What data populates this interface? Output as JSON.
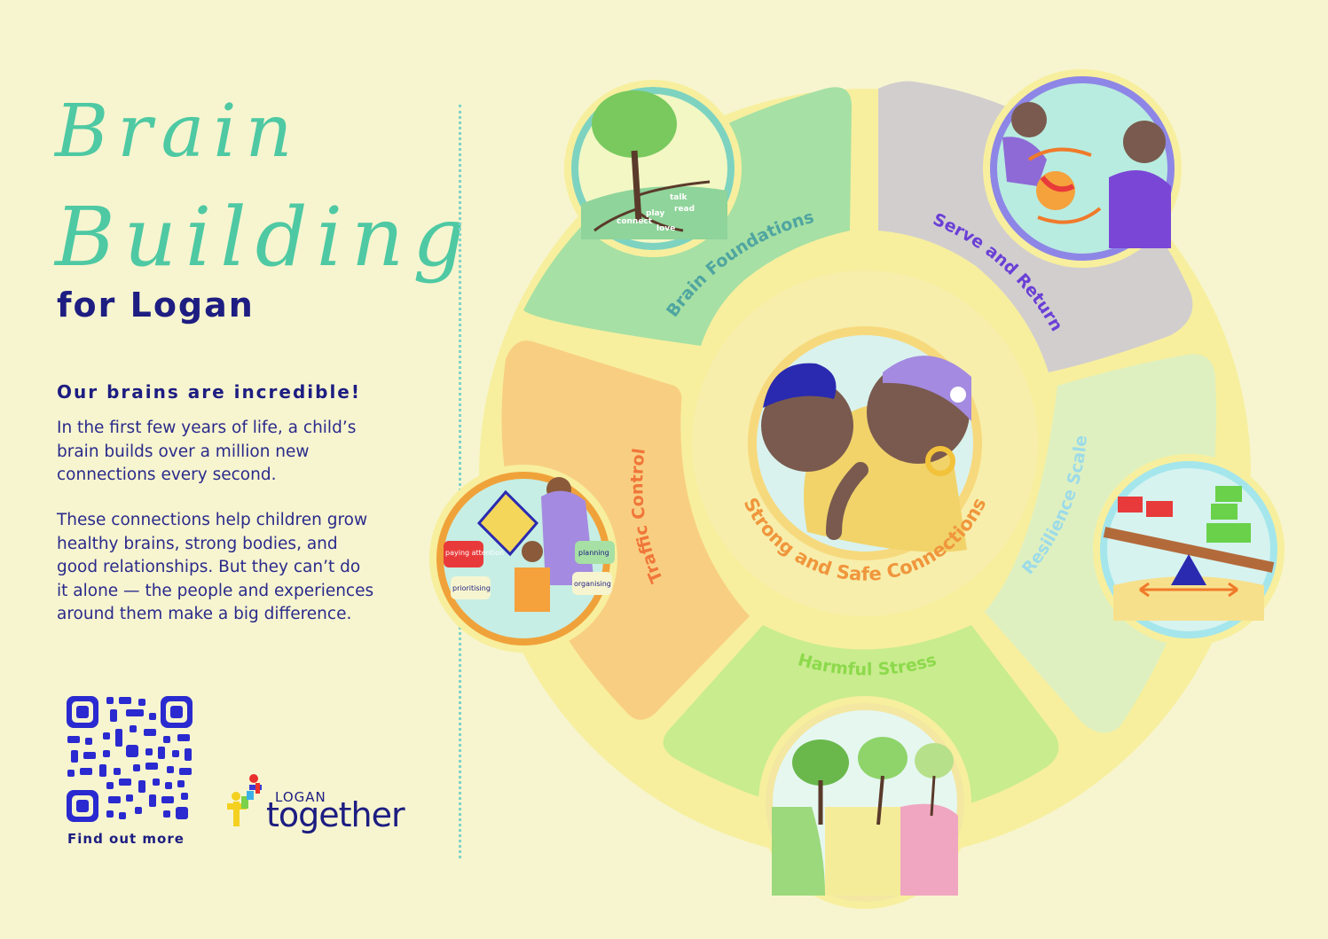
{
  "header": {
    "title_line1": "Brain",
    "title_line2": "Building",
    "title_line3": "for Logan"
  },
  "intro": {
    "lead": "Our brains are incredible!",
    "paragraph1": "In the first few years of life, a child’s brain builds over a million new connections every second.",
    "paragraph2": "These connections help children grow healthy brains, strong bodies, and good relationships. But they can’t do it alone — the people and experiences around them make a big difference."
  },
  "qr": {
    "label": "Find out more"
  },
  "logo": {
    "top": "LOGAN",
    "main": "together"
  },
  "wheel": {
    "center_label": "Strong and Safe Connections",
    "segments": {
      "brain_foundations": "Brain Foundations",
      "serve_and_return": "Serve and Return",
      "resilience_scale": "Resilience Scale",
      "harmful_stress": "Harmful Stress",
      "traffic_control": "Traffic Control"
    },
    "tree_words": [
      "connect",
      "play",
      "talk",
      "read",
      "love"
    ],
    "traffic_words": [
      "paying attention",
      "prioritising",
      "planning",
      "organising"
    ]
  },
  "colors": {
    "background": "#f7f5cf",
    "title": "#4ec9a3",
    "navy": "#1d1d82",
    "brain_foundations": "#a6e0a4",
    "serve_and_return": "#d2cece",
    "resilience_scale": "#dff0c0",
    "harmful_stress": "#c8ec8e",
    "traffic_control": "#f8cf82",
    "ring": "#f7ef9e",
    "center": "#f7eeab"
  }
}
